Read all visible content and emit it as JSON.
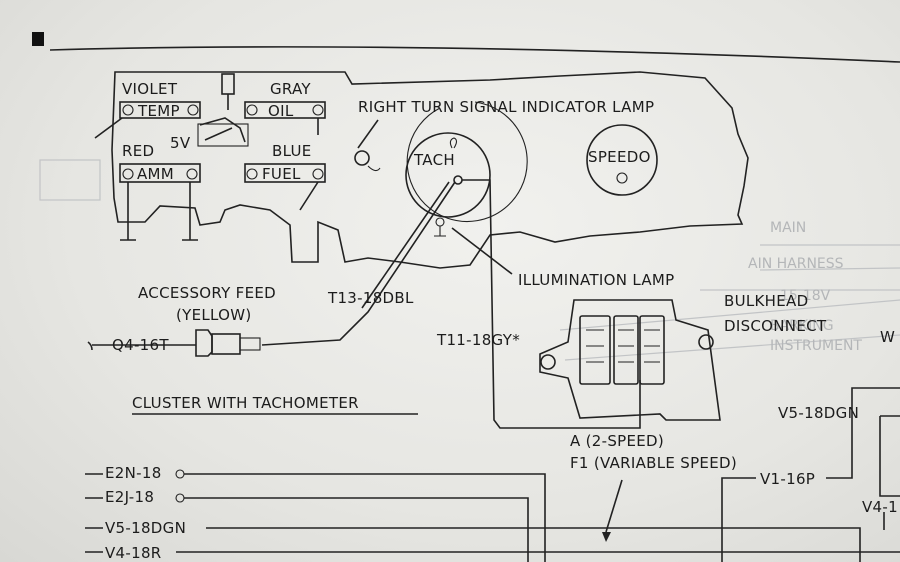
{
  "cluster": {
    "title": "CLUSTER WITH TACHOMETER",
    "gauges": {
      "violet": "VIOLET",
      "temp": "TEMP",
      "gray": "GRAY",
      "oil": "OIL",
      "red": "RED",
      "amm": "AMM",
      "five_v": "5V",
      "blue": "BLUE",
      "fuel": "FUEL"
    },
    "tach": "TACH",
    "speedo": "SPEEDO",
    "right_turn_lamp": "RIGHT TURN SIGNAL INDICATOR LAMP",
    "illumination_lamp": "ILLUMINATION LAMP",
    "accessory_feed_line1": "ACCESSORY FEED",
    "accessory_feed_line2": "(YELLOW)",
    "wire_t13": "T13-18DBL",
    "wire_q4": "Q4-16T",
    "wire_t11": "T11-18GY*",
    "bulkhead_line1": "BULKHEAD",
    "bulkhead_line2": "DISCONNECT",
    "speed_a": "A  (2-SPEED)",
    "speed_f1": "F1 (VARIABLE SPEED)"
  },
  "harness": {
    "left_wires": [
      "E2N-18",
      "E2J-18",
      "V5-18DGN",
      "V4-18R"
    ],
    "right_wire_v5": "V5-18DGN",
    "right_wire_v1": "V1-16P",
    "right_wire_v4": "V4-1",
    "edge_letter": "W"
  }
}
